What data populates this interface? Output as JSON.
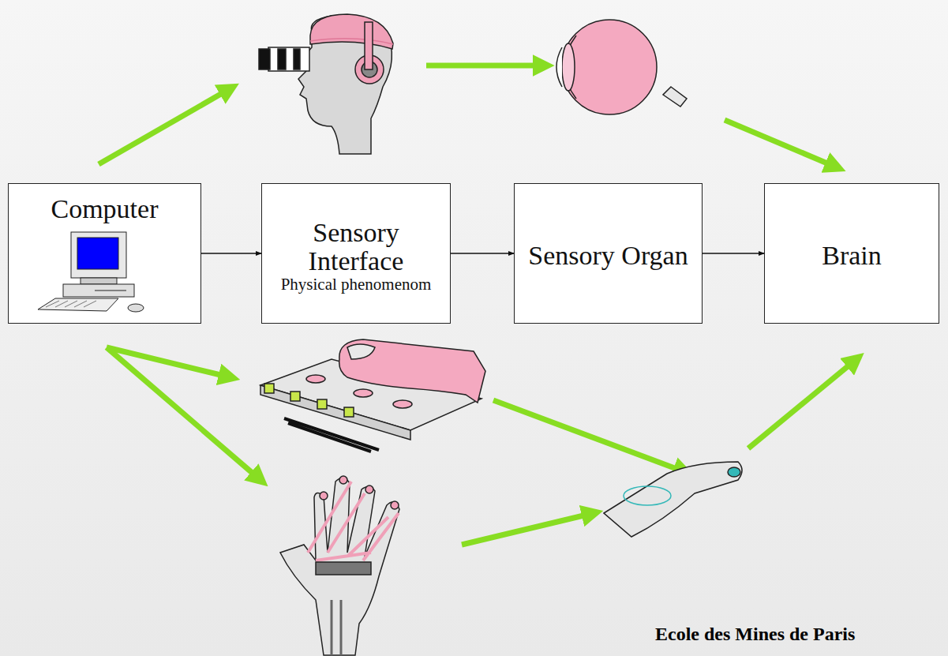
{
  "diagram": {
    "nodes": [
      {
        "text": [
          "Computer"
        ]
      },
      {
        "text": [
          "Sensory Interface",
          "Physical phenomenom"
        ]
      },
      {
        "text": [
          "Sensory Organ"
        ]
      },
      {
        "text": [
          "Brain"
        ]
      }
    ],
    "edges": [
      {
        "from": 0,
        "to": 1,
        "arrow": "to"
      },
      {
        "from": 1,
        "to": 2,
        "arrow": "to"
      },
      {
        "from": 2,
        "to": 3,
        "arrow": "to"
      }
    ],
    "labels": [
      "Ecole des Mines de Paris"
    ]
  }
}
